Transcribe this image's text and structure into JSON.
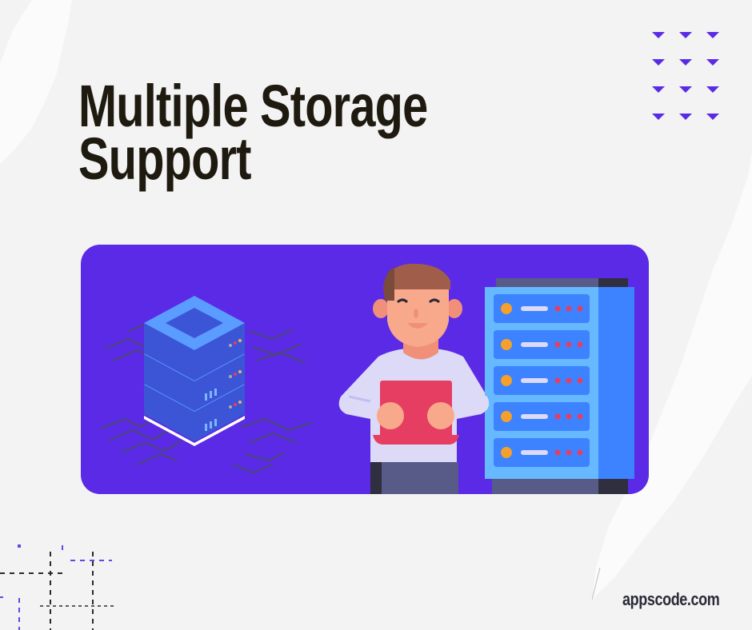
{
  "title": {
    "line1": "Multiple Storage",
    "line2": "Support"
  },
  "footer": {
    "url": "appscode.com"
  },
  "colors": {
    "background": "#f3f3f3",
    "title_text": "#1e1a10",
    "banner": "#5b2ae6",
    "triangles": "#5b2ae6",
    "server_light": "#66b8ff",
    "server_dark": "#3d82ff",
    "led_red": "#e63e62",
    "led_orange": "#f5a02a"
  },
  "decorations": {
    "triangle_grid": {
      "rows": 4,
      "cols": 3,
      "icon": "triangle-down-icon"
    },
    "illustration": [
      "stacked-server-icon",
      "person-holding-laptop",
      "server-rack-icon"
    ]
  }
}
